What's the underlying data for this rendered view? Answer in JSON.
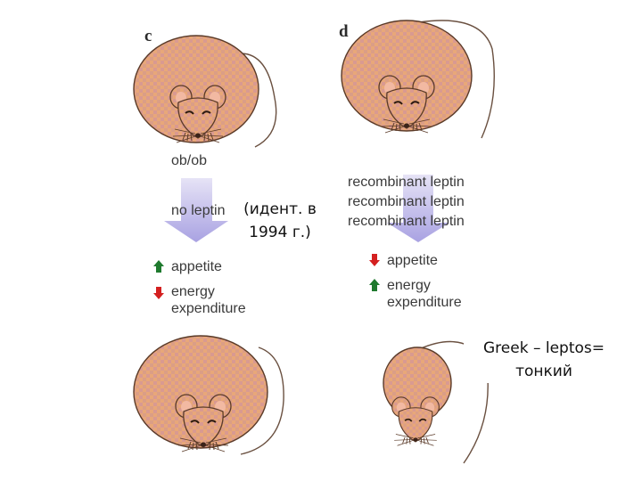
{
  "panels": [
    {
      "letter": "c",
      "genotype": "ob/ob",
      "treatment": [
        "no leptin"
      ],
      "effects": [
        {
          "direction": "up",
          "label": "appetite",
          "color": "#1f7a2e"
        },
        {
          "direction": "down",
          "label": "energy expenditure",
          "label_lines": [
            "energy",
            "expenditure"
          ],
          "color": "#d42020"
        }
      ],
      "outcome": "obese"
    },
    {
      "letter": "d",
      "treatment": [
        "recombinant leptin",
        "recombinant leptin",
        "recombinant leptin"
      ],
      "effects": [
        {
          "direction": "down",
          "label": "appetite",
          "color": "#d42020"
        },
        {
          "direction": "up",
          "label": "energy expenditure",
          "label_lines": [
            "energy",
            "expenditure"
          ],
          "color": "#1f7a2e"
        }
      ],
      "outcome": "lean"
    }
  ],
  "notes": {
    "identified": [
      "(идент. в",
      "1994 г.)"
    ],
    "etymology": [
      "Greek – leptos=",
      "тонкий"
    ]
  },
  "colors": {
    "mouse_fur": "#e8a779",
    "mouse_fur_pattern": "#c98ab0",
    "mouse_outline": "#5a3a28",
    "arrow_fill": "#b9b3e8"
  }
}
